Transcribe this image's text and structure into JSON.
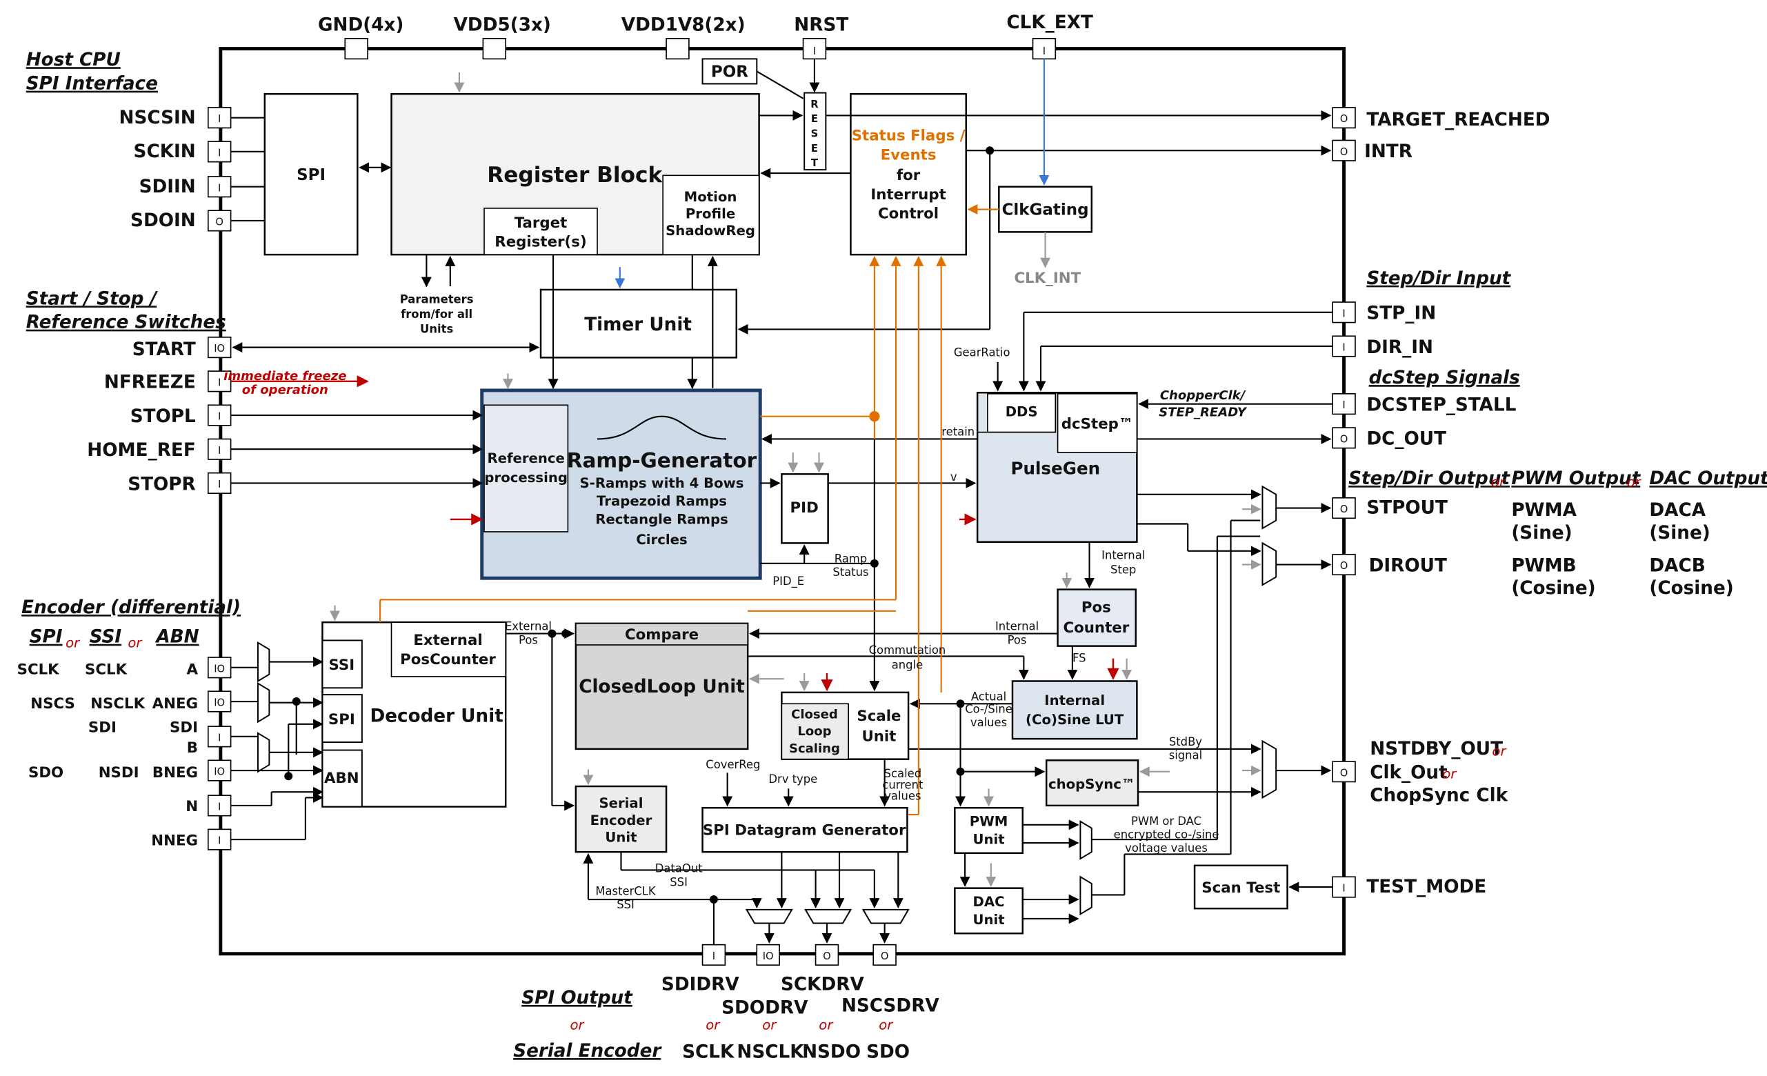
{
  "top_pins": [
    "GND(4x)",
    "VDD5(3x)",
    "VDD1V8(2x)",
    "NRST",
    "CLK_EXT"
  ],
  "left_sections": {
    "host_cpu": [
      "Host CPU",
      "SPI Interface"
    ],
    "start_stop": [
      "Start / Stop /",
      "Reference Switches"
    ],
    "encoder": "Encoder (differential)"
  },
  "left_pins": {
    "spi": [
      "NSCSIN",
      "SCKIN",
      "SDIIN",
      "SDOIN"
    ],
    "switches": [
      "START",
      "NFREEZE",
      "STOPL",
      "HOME_REF",
      "STOPR"
    ],
    "encoder": [
      "A",
      "ANEG",
      "SDI",
      "B",
      "BNEG",
      "N",
      "NNEG"
    ]
  },
  "pin_types": {
    "spi": [
      "I",
      "I",
      "I",
      "O"
    ],
    "switches": [
      "IO",
      "I",
      "I",
      "I",
      "I"
    ],
    "encoder": [
      "IO",
      "IO",
      "I",
      "IO",
      "I",
      "I"
    ],
    "right": [
      "O",
      "O",
      "I",
      "I",
      "I",
      "O",
      "O",
      "O",
      "O",
      "I"
    ],
    "bottom": [
      "I",
      "IO",
      "O",
      "O"
    ],
    "top": [
      "I",
      "I"
    ]
  },
  "encoder_header": {
    "spi": "SPI",
    "ssi": "SSI",
    "abn": "ABN",
    "or": "or"
  },
  "encoder_cols": {
    "spi": [
      "SCLK",
      "NSCS",
      "SDO"
    ],
    "ssi": [
      "SCLK",
      "NSCLK",
      "SDI",
      "NSDI"
    ]
  },
  "freeze_note": [
    "immediate freeze",
    "of operation"
  ],
  "right_pins": [
    "TARGET_REACHED",
    "INTR",
    "STP_IN",
    "DIR_IN",
    "DCSTEP_STALL",
    "DC_OUT",
    "STPOUT",
    "DIROUT",
    "NSTDBY_OUT",
    "Clk_Out",
    "ChopSync Clk",
    "TEST_MODE"
  ],
  "right_sections": {
    "step_dir_input": "Step/Dir Input",
    "dcstep": "dcStep Signals",
    "step_dir_output": "Step/Dir Output",
    "pwm_output": "PWM Output",
    "dac_output": "DAC Output",
    "or": "or"
  },
  "right_extra": {
    "pwma": [
      "PWMA",
      "(Sine)"
    ],
    "pwmb": [
      "PWMB",
      "(Cosine)"
    ],
    "daca": [
      "DACA",
      "(Sine)"
    ],
    "dacb": [
      "DACB",
      "(Cosine)"
    ]
  },
  "bottom_pins": [
    "SDIDRV",
    "SDODRV",
    "SCKDRV",
    "NSCSDRV"
  ],
  "bottom_alt": [
    "SCLK",
    "NSCLK",
    "NSDO",
    "SDO"
  ],
  "bottom_sections": {
    "spi_output": "SPI Output",
    "serial_encoder": "Serial Encoder",
    "or": "or"
  },
  "blocks": {
    "spi": "SPI",
    "register_block": "Register Block",
    "target_registers": [
      "Target",
      "Register(s)"
    ],
    "motion_profile": [
      "Motion",
      "Profile",
      "ShadowReg"
    ],
    "por": "POR",
    "reset": [
      "R",
      "E",
      "S",
      "E",
      "T"
    ],
    "status_flags": [
      "Status Flags /",
      "Events"
    ],
    "interrupt": [
      "for",
      "Interrupt",
      "Control"
    ],
    "clkgating": "ClkGating",
    "clk_int": "CLK_INT",
    "timer": "Timer Unit",
    "ramp_title": "Ramp-Generator",
    "ramp_lines": [
      "S-Ramps with 4 Bows",
      "Trapezoid Ramps",
      "Rectangle Ramps",
      "Circles"
    ],
    "ref_proc": [
      "Reference",
      "processing"
    ],
    "pid": "PID",
    "pulsegen": "PulseGen",
    "dds": "DDS",
    "dcstep": "dcStep™",
    "pos_counter": [
      "Pos",
      "Counter"
    ],
    "lut": [
      "Internal",
      "(Co)Sine LUT"
    ],
    "decoder": "Decoder Unit",
    "ssi": "SSI",
    "spi_dec": "SPI",
    "abn": "ABN",
    "ext_pos": [
      "External",
      "PosCounter"
    ],
    "compare": "Compare",
    "closedloop": "ClosedLoop Unit",
    "cl_scaling": [
      "Closed",
      "Loop",
      "Scaling"
    ],
    "scale_unit": [
      "Scale",
      "Unit"
    ],
    "chopsync": "chopSync™",
    "serial_enc": [
      "Serial",
      "Encoder",
      "Unit"
    ],
    "spi_dg": "SPI Datagram Generator",
    "pwm_unit": [
      "PWM",
      "Unit"
    ],
    "dac_unit": [
      "DAC",
      "Unit"
    ],
    "scan_test": "Scan Test"
  },
  "signals": {
    "params": [
      "Parameters",
      "from/for all",
      "Units"
    ],
    "gearratio": "GearRatio",
    "chopperclk": [
      "ChopperClk/",
      "STEP_READY"
    ],
    "retain": "retain",
    "v": "v",
    "ramp_status": [
      "Ramp",
      "Status"
    ],
    "pid_e": "PID_E",
    "internal_step": [
      "Internal",
      "Step"
    ],
    "external_pos": [
      "External",
      "Pos"
    ],
    "internal_pos": [
      "Internal",
      "Pos"
    ],
    "commutation": [
      "Commutation",
      "angle"
    ],
    "fs": "FS",
    "actual_cosine": [
      "Actual",
      "Co-/Sine",
      "values"
    ],
    "stdby": [
      "StdBy",
      "signal"
    ],
    "coverreg": "CoverReg",
    "drv_type": "Drv type",
    "scaled": [
      "Scaled",
      "current",
      "values"
    ],
    "pwm_dac_enc": [
      "PWM or DAC",
      "encrypted co-/sine",
      "voltage values"
    ],
    "dataout_ssi": [
      "DataOut",
      "SSI"
    ],
    "masterclk_ssi": [
      "MasterCLK",
      "SSI"
    ]
  },
  "colors": {
    "ramp_fill": "#cfdbe8",
    "ramp_border": "#1e3a66",
    "orange": "#e07000",
    "blue": "#3a78d8",
    "red": "#c00000",
    "gray": "#9a9a9a"
  }
}
